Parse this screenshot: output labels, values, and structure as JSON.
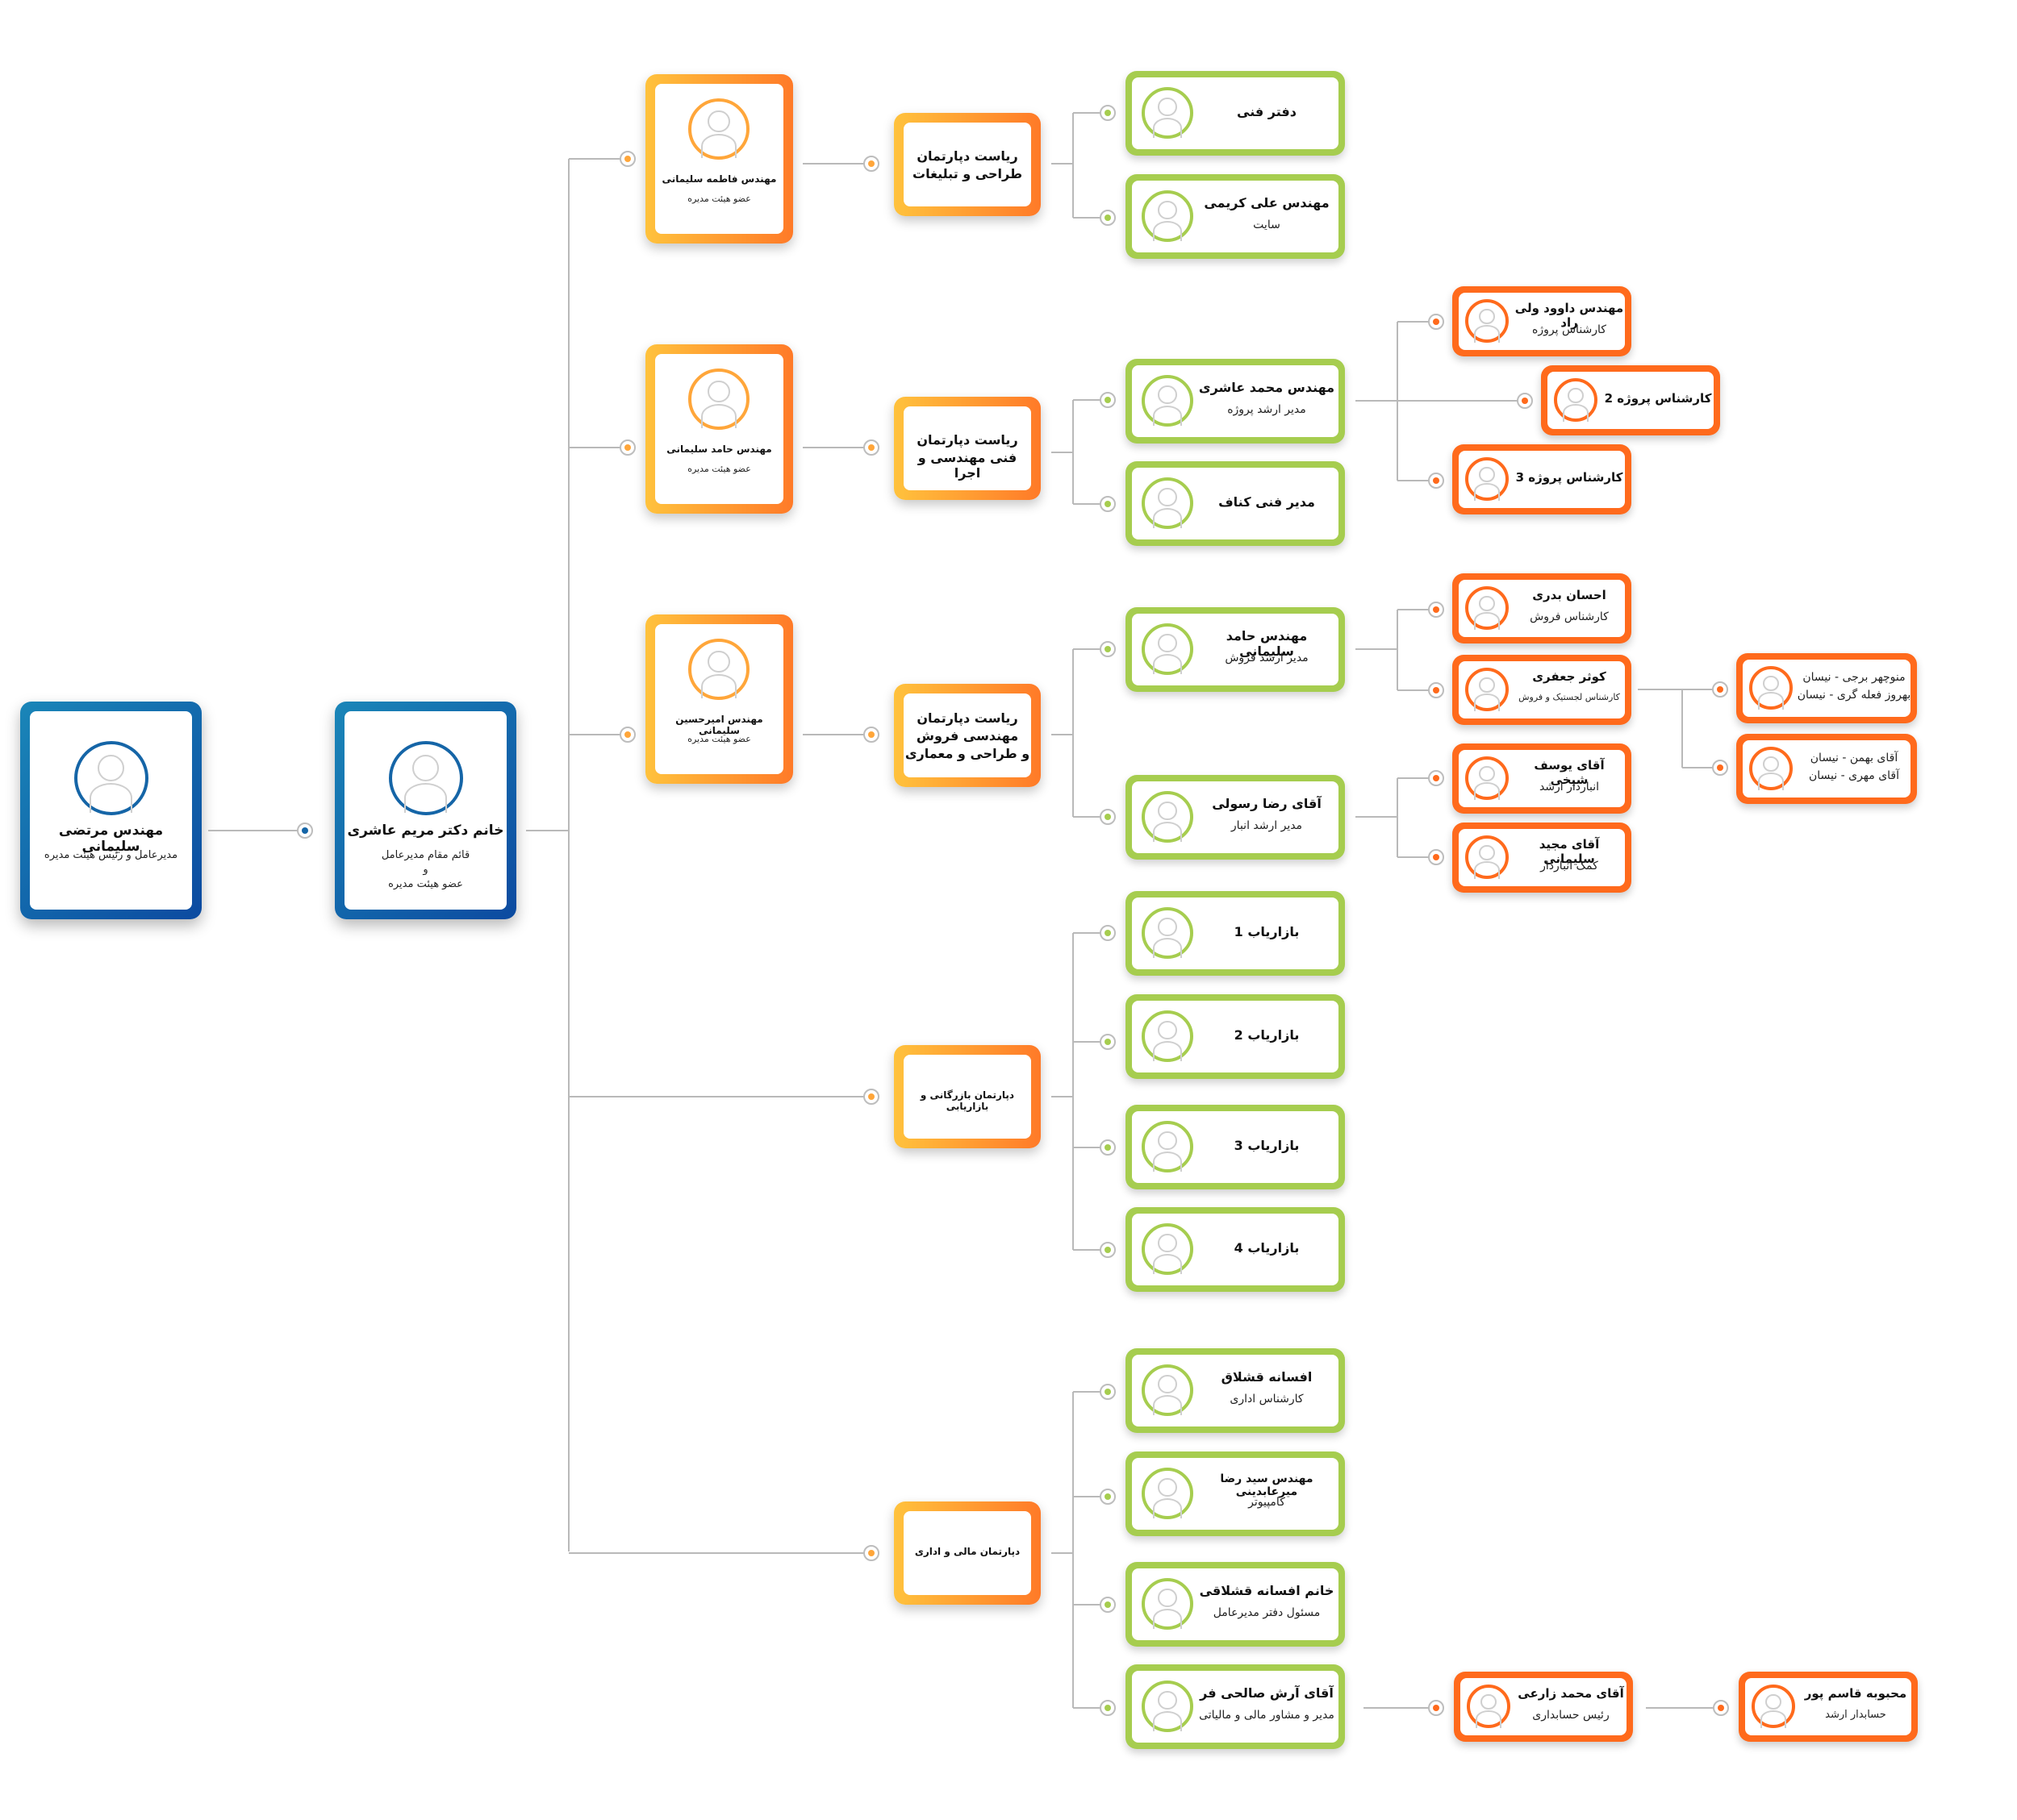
{
  "colors": {
    "blue": "#0c4aa0",
    "orange": "#ff8c2a",
    "green": "#a6cd4f",
    "red": "#ff6a1c",
    "connector": "#b9b9b9"
  },
  "ceo": {
    "name": "مهندس مرتضی سلیمانی",
    "title": "مدیرعامل و رئیس هیئت مدیره",
    "icon": "user-avatar-icon"
  },
  "deputy": {
    "name": "خانم دکتر مریم عاشری",
    "title_line1": "قائم مقام مدیرعامل",
    "title_line2": "و",
    "title_line3": "عضو هیئت مدیره",
    "icon": "user-avatar-icon"
  },
  "board_members": [
    {
      "name": "مهندس فاطمه سلیمانی",
      "title": "عضو هیئت مدیره"
    },
    {
      "name": "مهندس حامد سلیمانی",
      "title": "عضو هیئت مدیره"
    },
    {
      "name": "مهندس امیرحسین سلیمانی",
      "title": "عضو هیئت مدیره"
    }
  ],
  "departments": [
    {
      "line1": "ریاست دپارتمان",
      "line2": "طراحی و تبلیغات",
      "line3": ""
    },
    {
      "line1": "ریاست دپارتمان",
      "line2": "فنی مهندسی و اجرا",
      "line3": ""
    },
    {
      "line1": "ریاست دپارتمان",
      "line2": "مهندسی فروش",
      "line3": "و طراحی و معماری"
    },
    {
      "line1": "دپارتمان بازرگانی و بازاریابی",
      "line2": "",
      "line3": ""
    },
    {
      "line1": "دپارتمان مالی و اداری",
      "line2": "",
      "line3": ""
    }
  ],
  "staff": [
    {
      "name": "دفتر فنی",
      "title": ""
    },
    {
      "name": "مهندس علی کریمی",
      "title": "سایت"
    },
    {
      "name": "مهندس محمد عاشری",
      "title": "مدیر ارشد پروژه"
    },
    {
      "name": "مدیر فنی کناف",
      "title": ""
    },
    {
      "name": "مهندس حامد سلیمانی",
      "title": "مدیر ارشد فروش"
    },
    {
      "name": "آقای رضا رسولی",
      "title": "مدیر ارشد انبار"
    },
    {
      "name": "بازاریاب 1",
      "title": ""
    },
    {
      "name": "بازاریاب 2",
      "title": ""
    },
    {
      "name": "بازاریاب 3",
      "title": ""
    },
    {
      "name": "بازاریاب 4",
      "title": ""
    },
    {
      "name": "افسانه قشلاق",
      "title": "کارشناس اداری"
    },
    {
      "name": "مهندس سید رضا میرعابدینی",
      "title": "کامپیوتر"
    },
    {
      "name": "خانم افسانه قشلاقی",
      "title": "مسئول دفتر مدیرعامل"
    },
    {
      "name": "آقای آرش صالحی فر",
      "title": "مدیر و مشاور مالی و مالیاتی"
    }
  ],
  "specialists": [
    {
      "name": "مهندس داوود ولی راد",
      "title": "کارشناس پروژه"
    },
    {
      "name": "کارشناس پروژه 2",
      "title": ""
    },
    {
      "name": "کارشناس پروژه 3",
      "title": ""
    },
    {
      "name": "احسان بدری",
      "title": "کارشناس فروش"
    },
    {
      "name": "کوثر جعفری",
      "title": "کارشناس لجستیک و فروش"
    },
    {
      "name": "آقای یوسف شیخی",
      "title": "انباردار ارشد"
    },
    {
      "name": "آقای مجید سلیمانی",
      "title": "کمک انباردار"
    },
    {
      "name": "آقای محمد زارعی",
      "title": "رئیس حسابداری"
    }
  ],
  "branch_staff": [
    {
      "line1": "منوچهر برجی - نیسان",
      "line2": "بهروز فعله گری - نیسان"
    },
    {
      "line1": "آقای بهمن - نیسان",
      "line2": "آقای مهری - نیسان"
    },
    {
      "line1": "محبوبه قاسم پور",
      "line2": "حسابدار ارشد"
    }
  ]
}
